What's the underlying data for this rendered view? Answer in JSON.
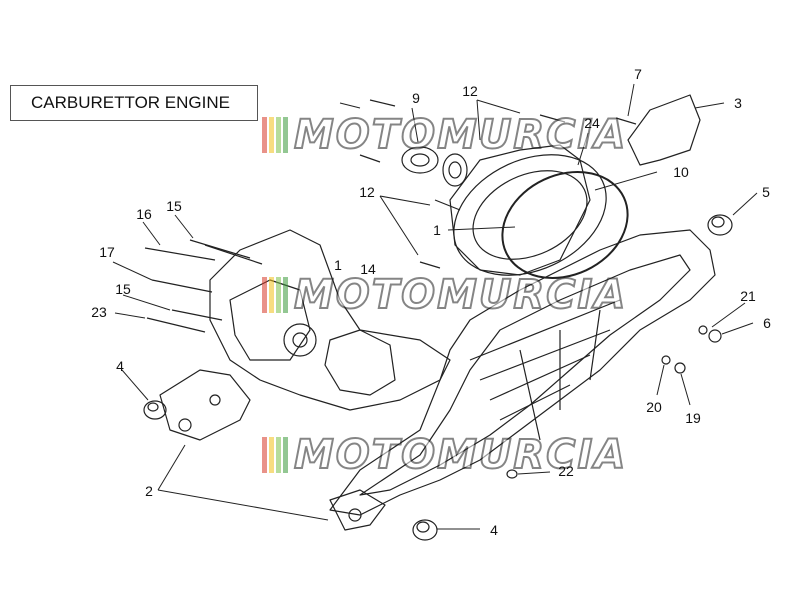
{
  "title": "CARBURETTOR ENGINE",
  "watermark": {
    "text": "MOTOMURCIA",
    "bar_colors": [
      "#d83a2a",
      "#f2c21b",
      "#7ac14d",
      "#3c9a3c"
    ]
  },
  "callouts": [
    {
      "id": "c12a",
      "label": "12"
    },
    {
      "id": "c12b",
      "label": "12"
    },
    {
      "id": "c9",
      "label": "9"
    },
    {
      "id": "c7",
      "label": "7"
    },
    {
      "id": "c3",
      "label": "3"
    },
    {
      "id": "c24",
      "label": "24"
    },
    {
      "id": "c10",
      "label": "10"
    },
    {
      "id": "c5",
      "label": "5"
    },
    {
      "id": "c1a",
      "label": "1"
    },
    {
      "id": "c1b",
      "label": "1"
    },
    {
      "id": "c14",
      "label": "14"
    },
    {
      "id": "c16",
      "label": "16"
    },
    {
      "id": "c15a",
      "label": "15"
    },
    {
      "id": "c17",
      "label": "17"
    },
    {
      "id": "c15b",
      "label": "15"
    },
    {
      "id": "c23",
      "label": "23"
    },
    {
      "id": "c21",
      "label": "21"
    },
    {
      "id": "c6",
      "label": "6"
    },
    {
      "id": "c20",
      "label": "20"
    },
    {
      "id": "c19",
      "label": "19"
    },
    {
      "id": "c4a",
      "label": "4"
    },
    {
      "id": "c22",
      "label": "22"
    },
    {
      "id": "c2",
      "label": "2"
    },
    {
      "id": "c4b",
      "label": "4"
    }
  ]
}
